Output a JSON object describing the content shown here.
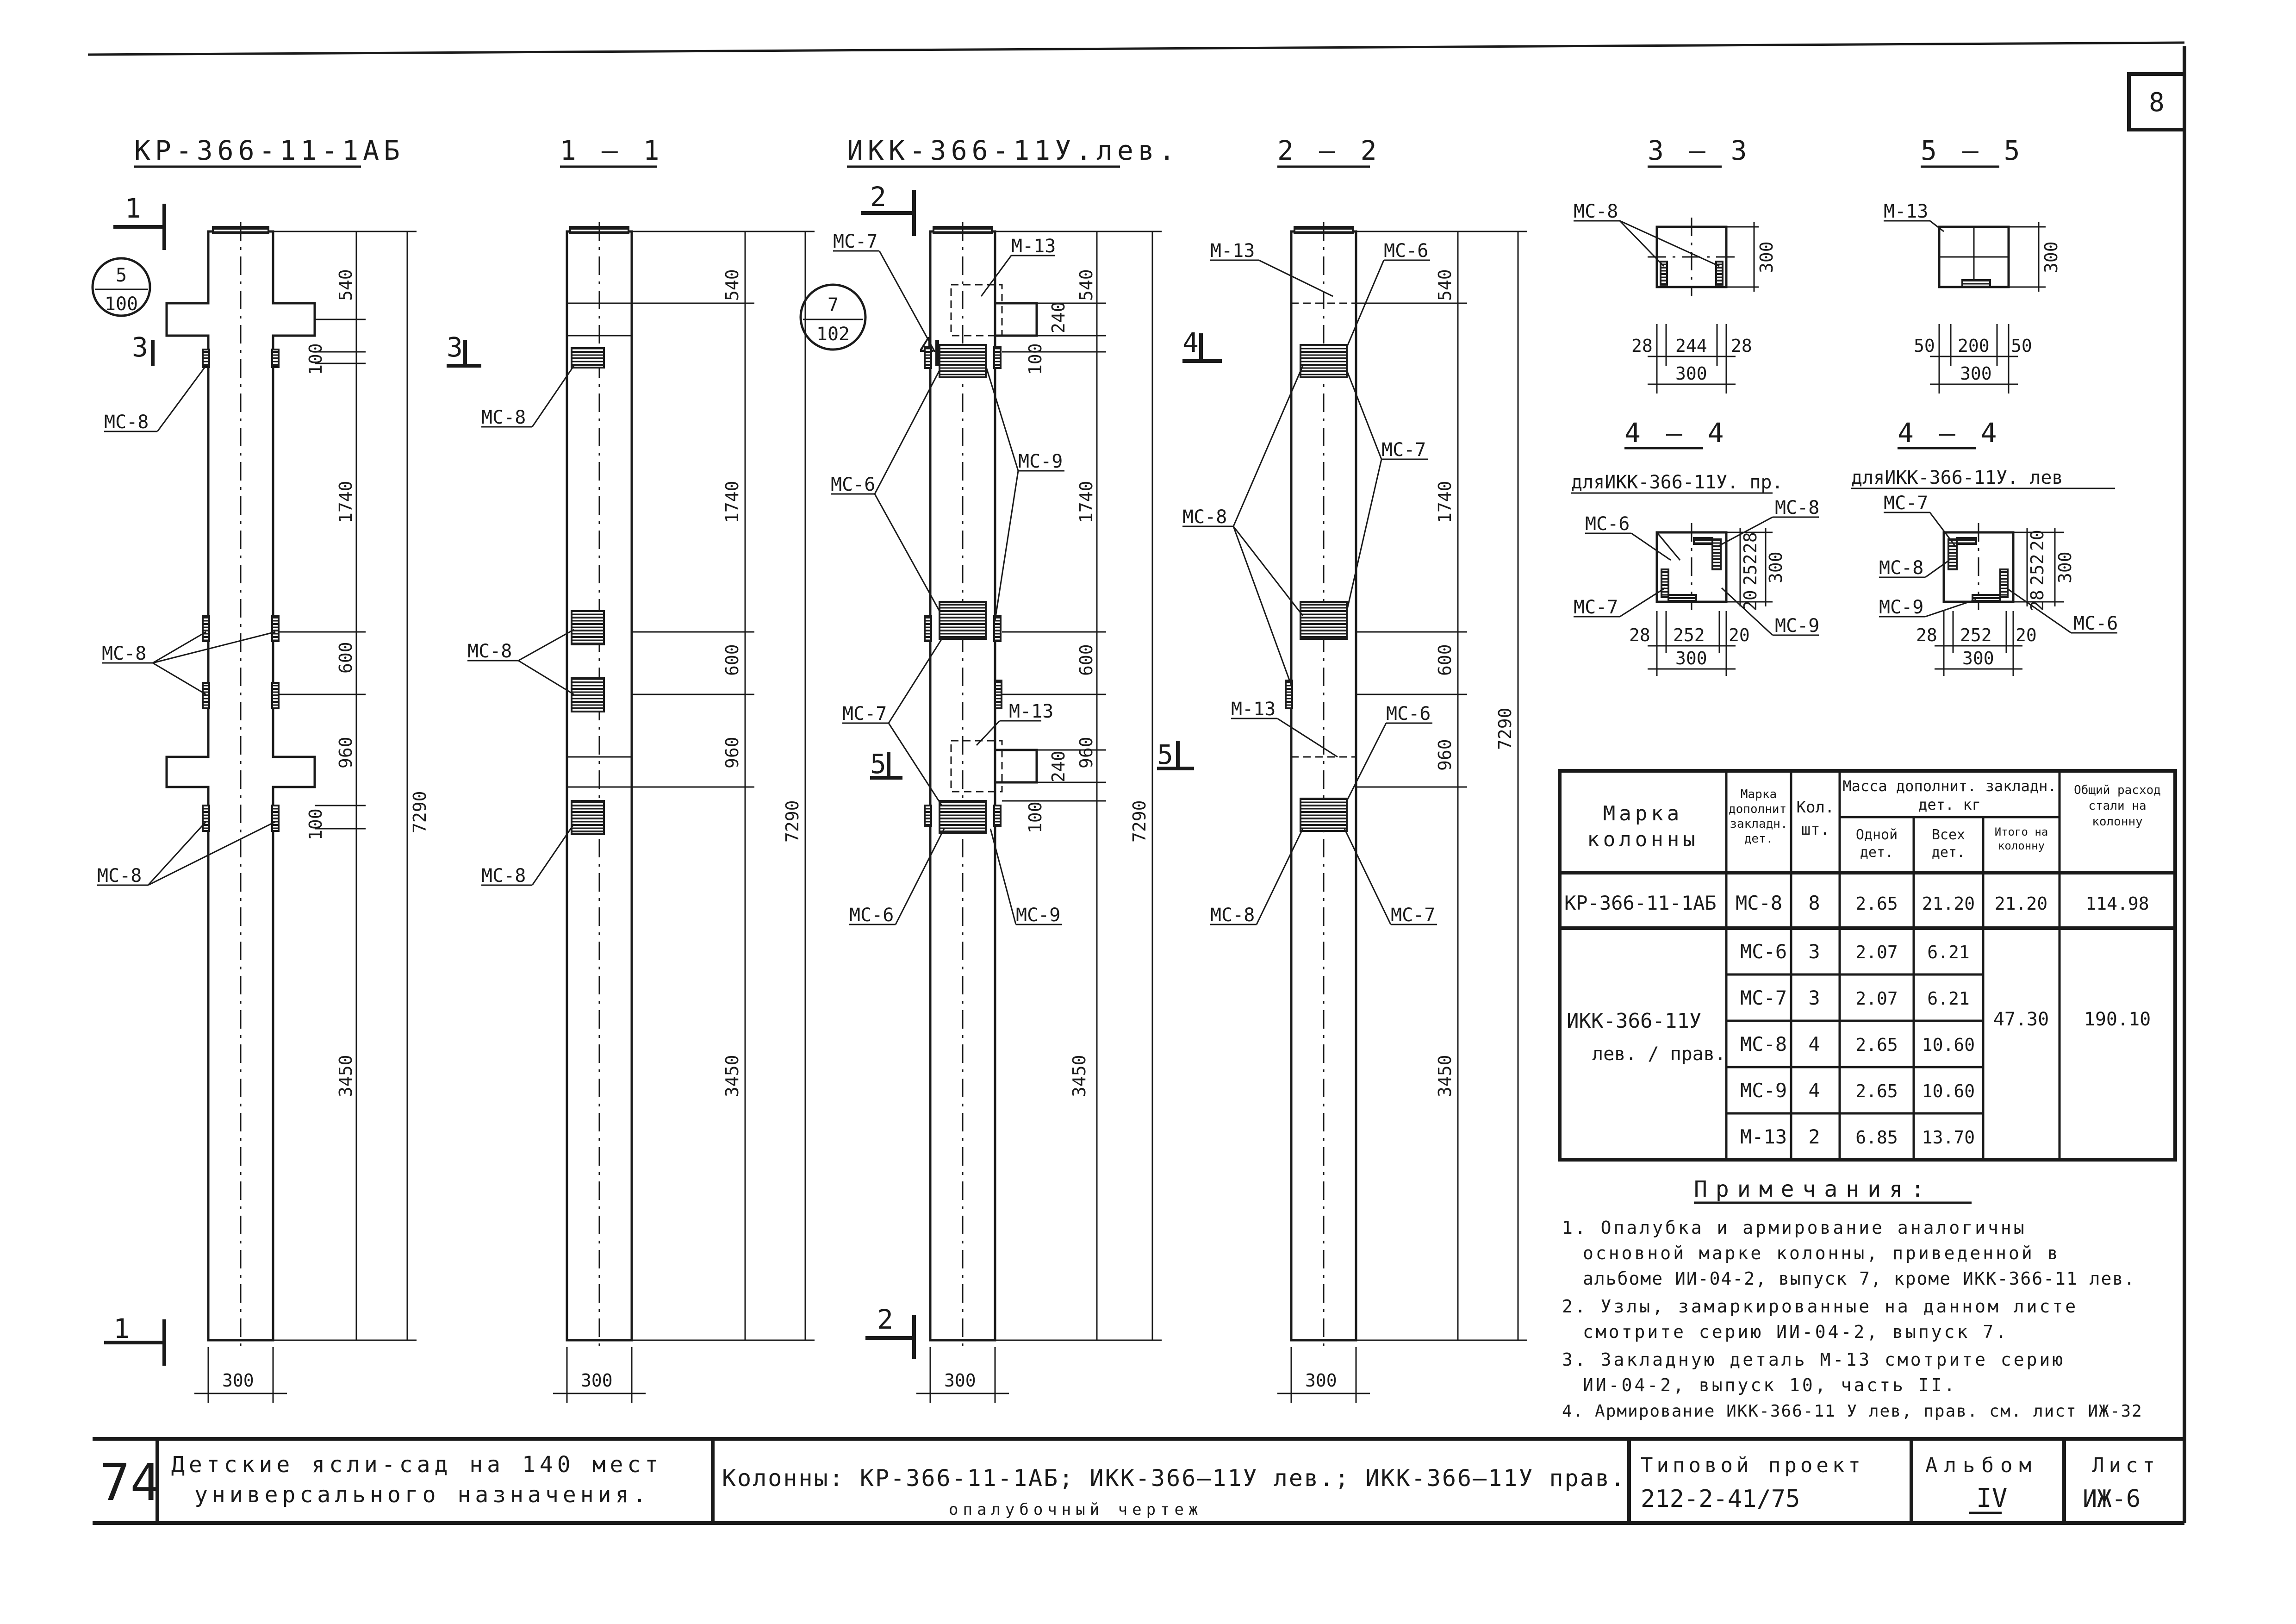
{
  "sheet_no": "8",
  "views": {
    "kr": {
      "title": "КР-366-11-1АБ",
      "badge_top": "5",
      "badge_bot": "100",
      "dims": [
        "540",
        "100",
        "1740",
        "600",
        "960",
        "100",
        "3450",
        "7290"
      ],
      "width": "300",
      "sec_labels": [
        "1",
        "3",
        "1"
      ]
    },
    "s11": {
      "title": "1 – 1",
      "width": "300",
      "sec_label": "3"
    },
    "ikk": {
      "title": "ИКК-366-11У.лев.",
      "badge_top": "7",
      "badge_bot": "102",
      "dims": [
        "540",
        "240",
        "100",
        "1740",
        "600",
        "960",
        "240",
        "100",
        "3450",
        "7290"
      ],
      "width": "300",
      "sec_labels": [
        "2",
        "4",
        "5",
        "2",
        "4"
      ]
    },
    "s22": {
      "title": "2 – 2",
      "dims": [
        "540",
        "1740",
        "600",
        "960",
        "3450",
        "7290"
      ],
      "width": "300",
      "sec_label": "5"
    },
    "s33": {
      "title": "3 – 3",
      "dims": [
        "300",
        "28",
        "244",
        "28",
        "300"
      ]
    },
    "s55": {
      "title": "5 – 5",
      "dims": [
        "300",
        "50",
        "200",
        "50",
        "300"
      ]
    },
    "s44a": {
      "title": "4 – 4",
      "subtitle": "дляИКК-366-11У. пр.",
      "dims": [
        "28",
        "252",
        "20",
        "300",
        "28",
        "252",
        "20",
        "300"
      ]
    },
    "s44b": {
      "title": "4 – 4",
      "subtitle": "дляИКК-366-11У. лев",
      "dims": [
        "20",
        "252",
        "28",
        "300",
        "28",
        "252",
        "20",
        "300"
      ]
    }
  },
  "marks": {
    "ms6": "МС-6",
    "ms7": "МС-7",
    "ms8": "МС-8",
    "ms9": "МС-9",
    "m13": "М-13"
  },
  "table": {
    "headers": {
      "mark": "Марка колонны",
      "part": "Марка дополнит. закладн. дет.",
      "qty": "Кол. шт.",
      "mass_group": "Масса дополнит. закладн. дет. кг",
      "one": "Одной дет.",
      "all": "Всех дет.",
      "sum": "Итого на колонну",
      "total": "Общий расход стали на колонну"
    },
    "group1": {
      "mark": "КР-366-11-1АБ",
      "part": "МС-8",
      "qty": "8",
      "one": "2.65",
      "all": "21.20",
      "sum": "21.20",
      "total": "114.98"
    },
    "group2": {
      "mark_line1": "ИКК-366-11У",
      "mark_line2": "лев. / прав.",
      "sum": "47.30",
      "total": "190.10",
      "rows": [
        {
          "part": "МС-6",
          "qty": "3",
          "one": "2.07",
          "all": "6.21"
        },
        {
          "part": "МС-7",
          "qty": "3",
          "one": "2.07",
          "all": "6.21"
        },
        {
          "part": "МС-8",
          "qty": "4",
          "one": "2.65",
          "all": "10.60"
        },
        {
          "part": "МС-9",
          "qty": "4",
          "one": "2.65",
          "all": "10.60"
        },
        {
          "part": "М-13",
          "qty": "2",
          "one": "6.85",
          "all": "13.70"
        }
      ]
    }
  },
  "notes": {
    "title": "Примечания:",
    "items": [
      "1. Опалубка и армирование аналогичны",
      "основной марке колонны, приведенной в",
      "альбоме ИИ-04-2, выпуск 7, кроме ИКК-366-11 лев.",
      "2. Узлы, замаркированные на данном листе",
      "смотрите серию ИИ-04-2, выпуск 7.",
      "3. Закладную деталь М-13 смотрите серию",
      "ИИ-04-2, выпуск 10, часть II.",
      "4. Армирование ИКК-366-11 У лев, прав. см. лист ИЖ-32"
    ]
  },
  "stamp": {
    "page_no": "74",
    "project_line1": "Детские ясли-сад на 140 мест",
    "project_line2": "универсального назначения.",
    "title": "Колонны: КР-366-11-1АБ; ИКК-366–11У лев.; ИКК-366–11У прав.",
    "subtitle": "опалубочный чертеж",
    "typ_label": "Типовой проект",
    "typ_value": "212-2-41/75",
    "album_label": "Альбом",
    "album_value": "IV",
    "sheet_label": "Лист",
    "sheet_value": "ИЖ-6"
  }
}
